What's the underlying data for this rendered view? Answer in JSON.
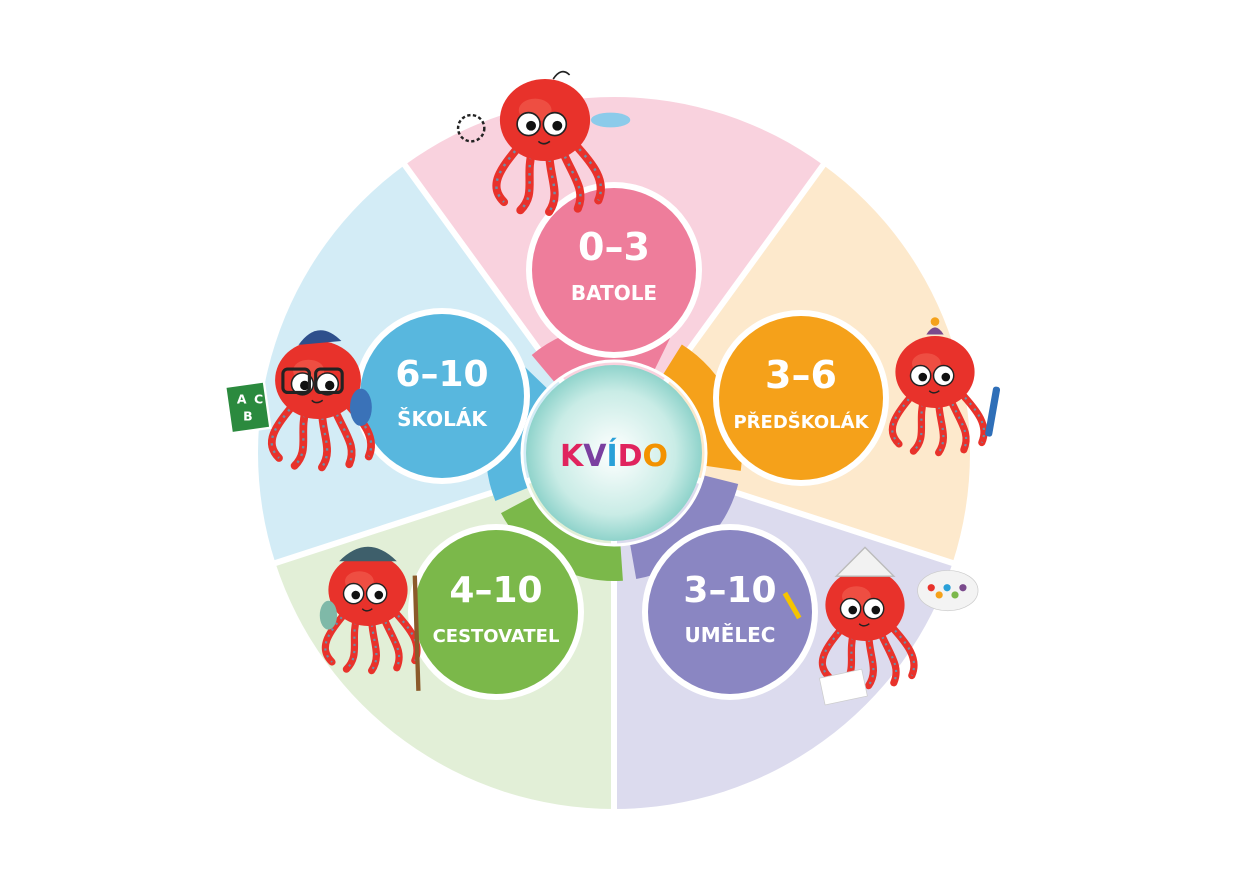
{
  "brand": {
    "letters": [
      "K",
      "V",
      "Í",
      "D",
      "O"
    ],
    "colors": [
      "#e0245e",
      "#7b3fa0",
      "#2aa0d8",
      "#e0245e",
      "#f39200"
    ]
  },
  "segments": [
    {
      "age": "0–3",
      "label": "BATOLE",
      "color": "#ee7d9b",
      "light": "#f9d2de",
      "name": "batole"
    },
    {
      "age": "3–6",
      "label": "PŘEDŠKOLÁK",
      "color": "#f5a11a",
      "light": "#fde9cc",
      "name": "predskolak"
    },
    {
      "age": "3–10",
      "label": "UMĚLEC",
      "color": "#8a86c2",
      "light": "#dcdbee",
      "name": "umelec"
    },
    {
      "age": "4–10",
      "label": "CESTOVATEL",
      "color": "#7bb84a",
      "light": "#e2efd7",
      "name": "cestovatel"
    },
    {
      "age": "6–10",
      "label": "ŠKOLÁK",
      "color": "#58b7de",
      "light": "#d3ecf6",
      "name": "skolak"
    }
  ],
  "illustrations": {
    "book_letters": [
      "A",
      "C",
      "B"
    ]
  }
}
